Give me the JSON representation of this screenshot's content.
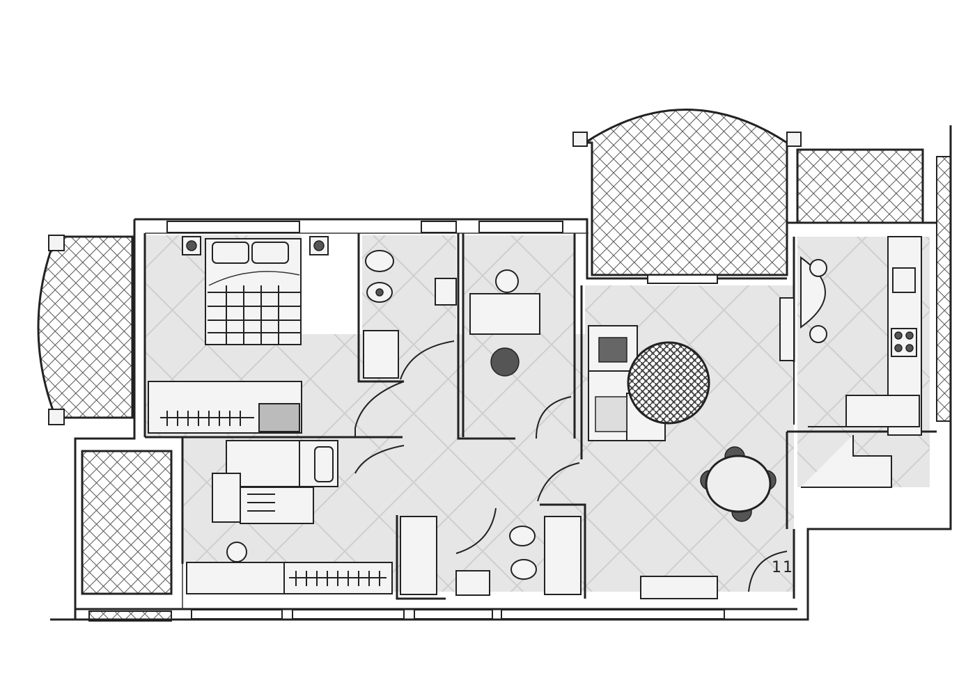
{
  "plan": {
    "unit_number": "11",
    "colors": {
      "wall": "#222222",
      "floor_tile": "#e6e6e6",
      "tile_line": "#cfcfcf",
      "balcony_hatch": "#555555",
      "furniture": "#f4f4f4",
      "accent_dark": "#555555"
    },
    "rooms": [
      "bedroom",
      "second-bedroom",
      "bathroom",
      "study",
      "living-room",
      "kitchen",
      "wc",
      "hallway"
    ],
    "balconies": [
      "balcony-west",
      "balcony-southwest",
      "balcony-north",
      "balcony-east"
    ],
    "icons": [
      "double-bed-icon",
      "toilet-icon",
      "bidet-icon",
      "sink-icon",
      "shower-icon",
      "bathtub-icon",
      "desk-icon",
      "chair-icon",
      "sofa-icon",
      "rug-icon",
      "dining-table-icon",
      "stove-icon",
      "kitchen-sink-icon",
      "wardrobe-icon",
      "door-swing-icon"
    ]
  }
}
